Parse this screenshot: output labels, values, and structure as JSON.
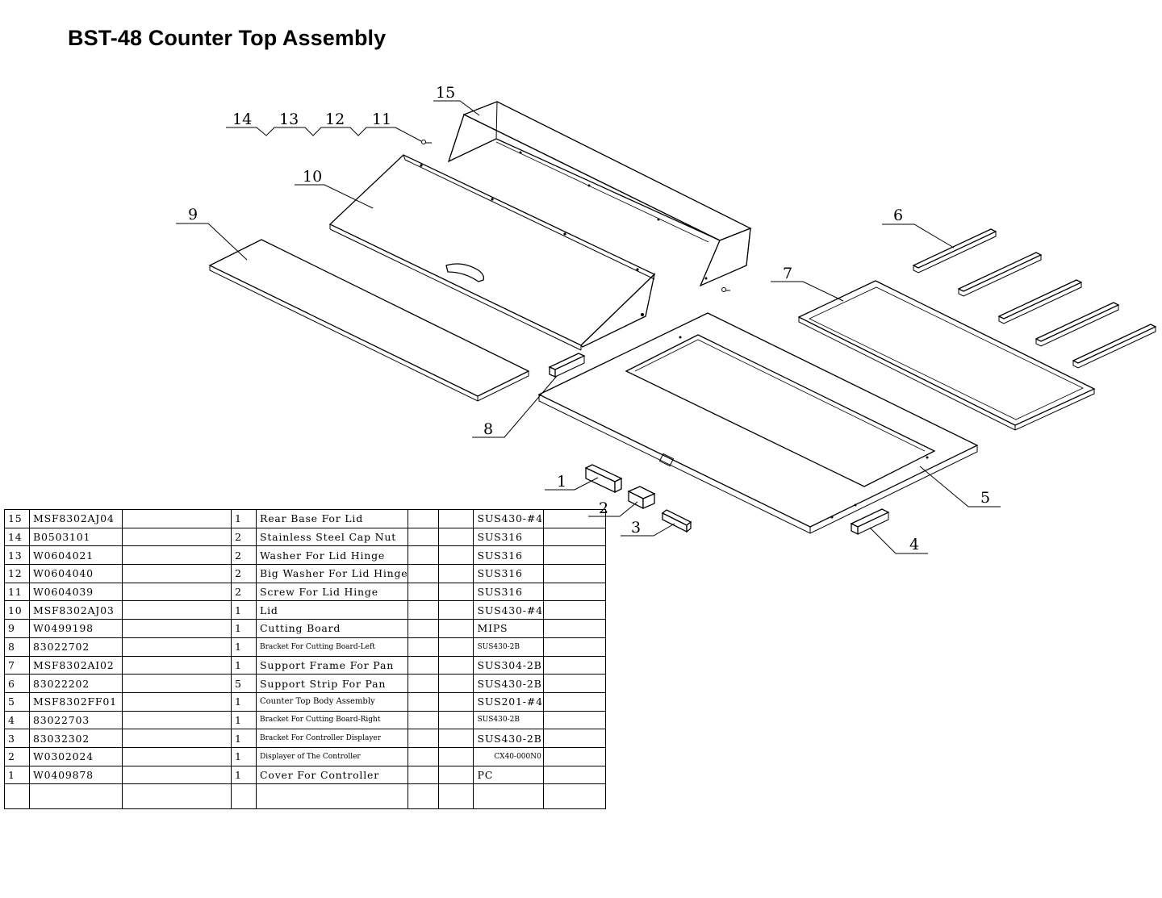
{
  "title": "BST-48 Counter Top Assembly",
  "callouts": {
    "c1": "1",
    "c2": "2",
    "c3": "3",
    "c4": "4",
    "c5": "5",
    "c6": "6",
    "c7": "7",
    "c8": "8",
    "c9": "9",
    "c10": "10",
    "c11": "11",
    "c12": "12",
    "c13": "13",
    "c14": "14",
    "c15": "15"
  },
  "parts": [
    {
      "no": "15",
      "code": "MSF8302AJ04",
      "qty": "1",
      "name": "Rear Base For Lid",
      "material": "SUS430-#4"
    },
    {
      "no": "14",
      "code": "B0503101",
      "qty": "2",
      "name": "Stainless Steel Cap Nut",
      "material": "SUS316"
    },
    {
      "no": "13",
      "code": "W0604021",
      "qty": "2",
      "name": "Washer For Lid Hinge",
      "material": "SUS316"
    },
    {
      "no": "12",
      "code": "W0604040",
      "qty": "2",
      "name": "Big Washer For Lid Hinge",
      "material": "SUS316"
    },
    {
      "no": "11",
      "code": "W0604039",
      "qty": "2",
      "name": "Screw For Lid Hinge",
      "material": "SUS316"
    },
    {
      "no": "10",
      "code": "MSF8302AJ03",
      "qty": "1",
      "name": "Lid",
      "material": "SUS430-#4"
    },
    {
      "no": "9",
      "code": "W0499198",
      "qty": "1",
      "name": "Cutting Board",
      "material": "MIPS"
    },
    {
      "no": "8",
      "code": "83022702",
      "qty": "1",
      "name": "Bracket For Cutting Board-Left",
      "material": "SUS430-2B"
    },
    {
      "no": "7",
      "code": "MSF8302AI02",
      "qty": "1",
      "name": "Support Frame For Pan",
      "material": "SUS304-2B"
    },
    {
      "no": "6",
      "code": "83022202",
      "qty": "5",
      "name": "Support Strip For Pan",
      "material": "SUS430-2B"
    },
    {
      "no": "5",
      "code": "MSF8302FF01",
      "qty": "1",
      "name": "Counter Top Body Assembly",
      "material": "SUS201-#4"
    },
    {
      "no": "4",
      "code": "83022703",
      "qty": "1",
      "name": "Bracket For Cutting Board-Right",
      "material": "SUS430-2B"
    },
    {
      "no": "3",
      "code": "83032302",
      "qty": "1",
      "name": "Bracket For Controller Displayer",
      "material": "SUS430-2B"
    },
    {
      "no": "2",
      "code": "W0302024",
      "qty": "1",
      "name": "Displayer of The Controller",
      "material": "CX40-000N0"
    },
    {
      "no": "1",
      "code": "W0409878",
      "qty": "1",
      "name": "Cover For Controller",
      "material": "PC"
    }
  ]
}
